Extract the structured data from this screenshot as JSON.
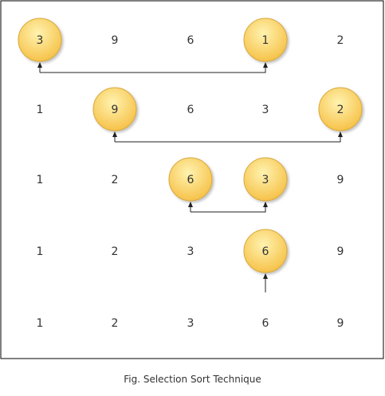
{
  "rows": [
    {
      "values": [
        "3",
        "9",
        "6",
        "1",
        "2"
      ],
      "highlighted": [
        0,
        3
      ],
      "connector": "swap"
    },
    {
      "values": [
        "1",
        "9",
        "6",
        "3",
        "2"
      ],
      "highlighted": [
        1,
        4
      ],
      "connector": "swap"
    },
    {
      "values": [
        "1",
        "2",
        "6",
        "3",
        "9"
      ],
      "highlighted": [
        2,
        3
      ],
      "connector": "swap"
    },
    {
      "values": [
        "1",
        "2",
        "3",
        "6",
        "9"
      ],
      "highlighted": [
        3
      ],
      "connector": "up-arrow"
    },
    {
      "values": [
        "1",
        "2",
        "3",
        "6",
        "9"
      ],
      "highlighted": [],
      "connector": "none"
    }
  ],
  "caption": "Fig. Selection Sort Technique",
  "colors": {
    "circle_fill_top": "#fff3b0",
    "circle_fill_bottom": "#f6c24a",
    "circle_stroke": "#d9a93a",
    "text": "#333333",
    "line": "#222222",
    "frame": "#000000"
  }
}
